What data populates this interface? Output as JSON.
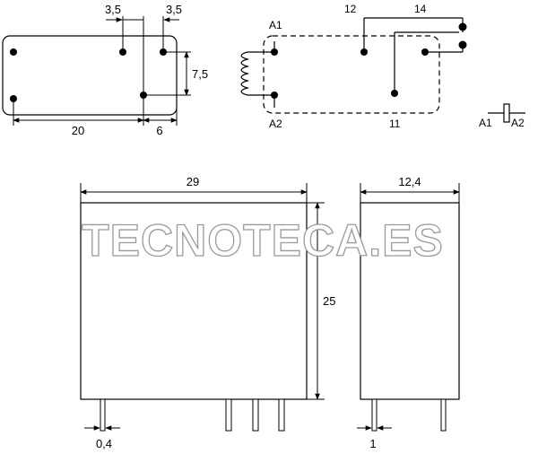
{
  "footprint": {
    "dim_top_left": "3,5",
    "dim_top_right": "3,5",
    "dim_side": "7,5",
    "dim_bottom_left": "20",
    "dim_bottom_right": "6"
  },
  "schematic": {
    "pin_12": "12",
    "pin_14": "14",
    "pin_11": "11",
    "pin_a1": "A1",
    "pin_a2": "A2"
  },
  "coil_symbol": {
    "a1": "A1",
    "a2": "A2"
  },
  "front_view": {
    "width": "29",
    "height": "25",
    "pin_thickness": "0,4"
  },
  "side_view": {
    "width": "12,4",
    "pin_width": "1"
  },
  "watermark": "TECNOTECA.ES",
  "colors": {
    "line": "#000000",
    "watermark_outline": "#9a9a9a"
  }
}
